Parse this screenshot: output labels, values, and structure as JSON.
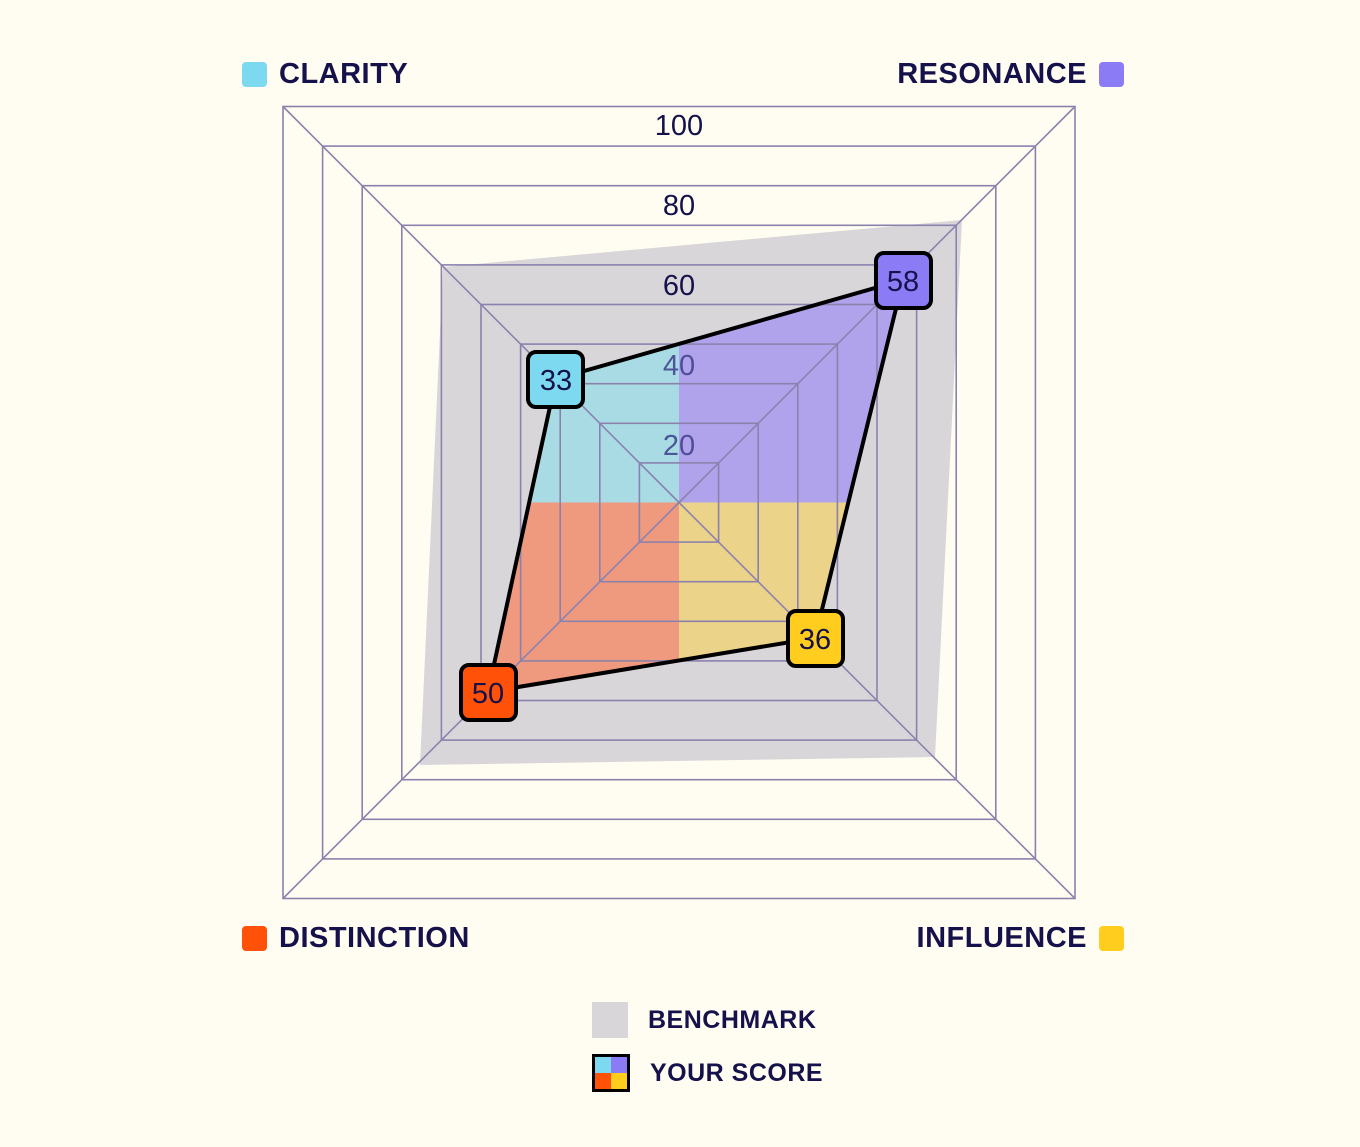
{
  "chart_data": {
    "type": "radar",
    "title": "",
    "axes": [
      "Clarity",
      "Resonance",
      "Influence",
      "Distinction"
    ],
    "scale": {
      "min": 0,
      "max": 100,
      "ticks": [
        20,
        40,
        60,
        80,
        100
      ],
      "grid_step": 10,
      "grid_shape": "square"
    },
    "series": [
      {
        "name": "Your Score",
        "values": {
          "Clarity": 33,
          "Resonance": 58,
          "Influence": 36,
          "Distinction": 50
        }
      },
      {
        "name": "Benchmark",
        "values": {
          "Clarity": 60,
          "Resonance": 72,
          "Influence": 65,
          "Distinction": 65
        }
      }
    ],
    "legend_position": "bottom"
  },
  "corners": {
    "clarity": {
      "label": "CLARITY",
      "color": "#7dd9f0"
    },
    "resonance": {
      "label": "RESONANCE",
      "color": "#8b7cf6"
    },
    "distinction": {
      "label": "DISTINCTION",
      "color": "#ff5208"
    },
    "influence": {
      "label": "INFLUENCE",
      "color": "#ffcd1e"
    }
  },
  "tick_labels": [
    "100",
    "80",
    "60",
    "40",
    "20"
  ],
  "badges": {
    "clarity": "33",
    "resonance": "58",
    "influence": "36",
    "distinction": "50"
  },
  "legend": {
    "benchmark": {
      "label": "BENCHMARK",
      "color": "#d9d6da"
    },
    "your_score": {
      "label": "YOUR SCORE"
    }
  },
  "colors": {
    "background": "#fffcf1",
    "grid": "#8a82ad",
    "text": "#15114a",
    "benchmark_fill": "#d9d6da",
    "fill_clarity": "#a9dbe4",
    "fill_resonance": "#b0a3ec",
    "fill_distinction": "#ef9a7e",
    "fill_influence": "#ecd38a"
  }
}
